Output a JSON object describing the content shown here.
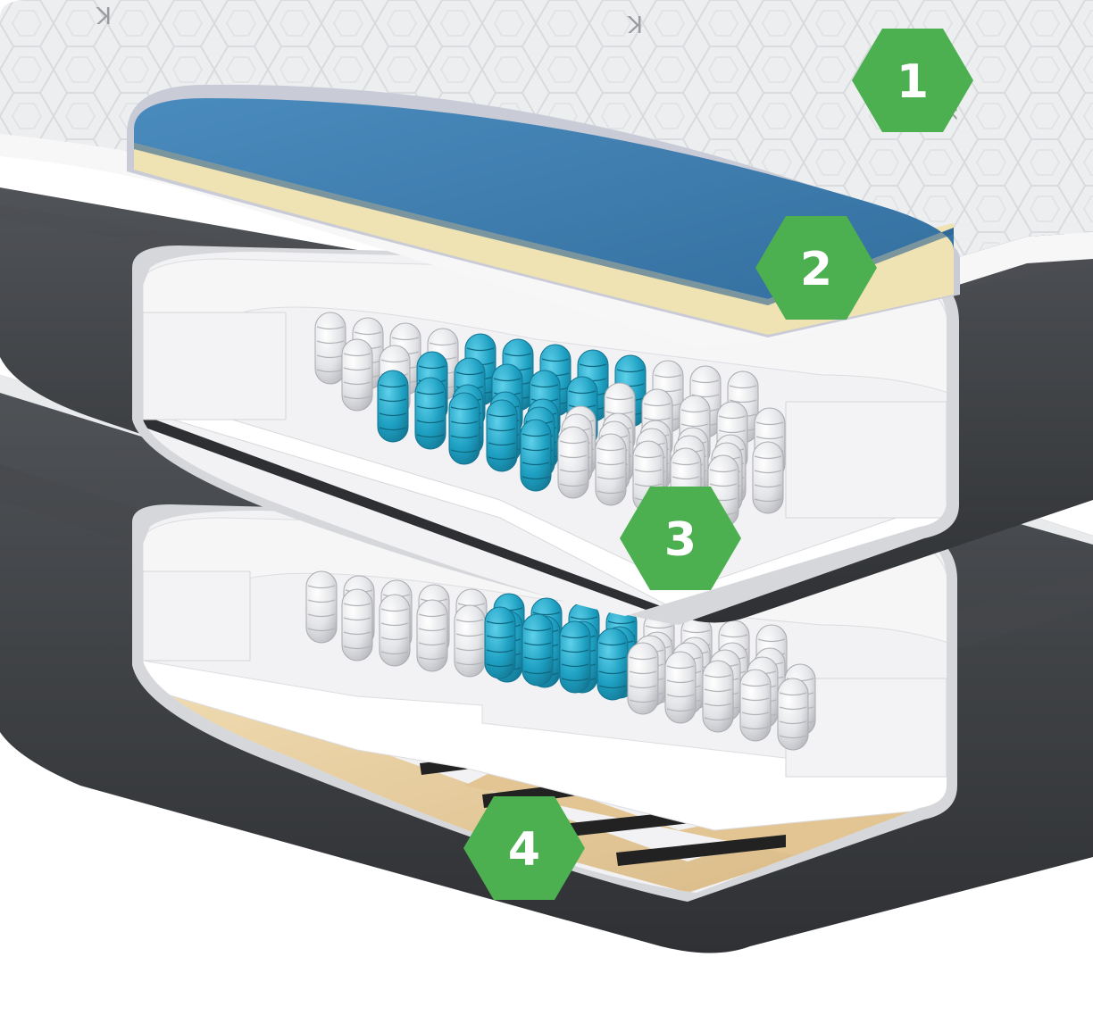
{
  "badges": [
    {
      "label": "1"
    },
    {
      "label": "2"
    },
    {
      "label": "3"
    },
    {
      "label": "4"
    }
  ],
  "colors": {
    "badge_green": "#4caf50",
    "topper_white": "#ecedef",
    "gel_blue": "#3b79ab",
    "foam_cream": "#efe2b3",
    "fabric_dark": "#3d3f42",
    "spring_white": "#e6e7e9",
    "spring_blue": "#2aa8c6",
    "wood": "#e7cfa0",
    "slat_black": "#222222"
  },
  "icons": {
    "watermark": "kingsdown-k-logo"
  },
  "watermark_text": "K"
}
